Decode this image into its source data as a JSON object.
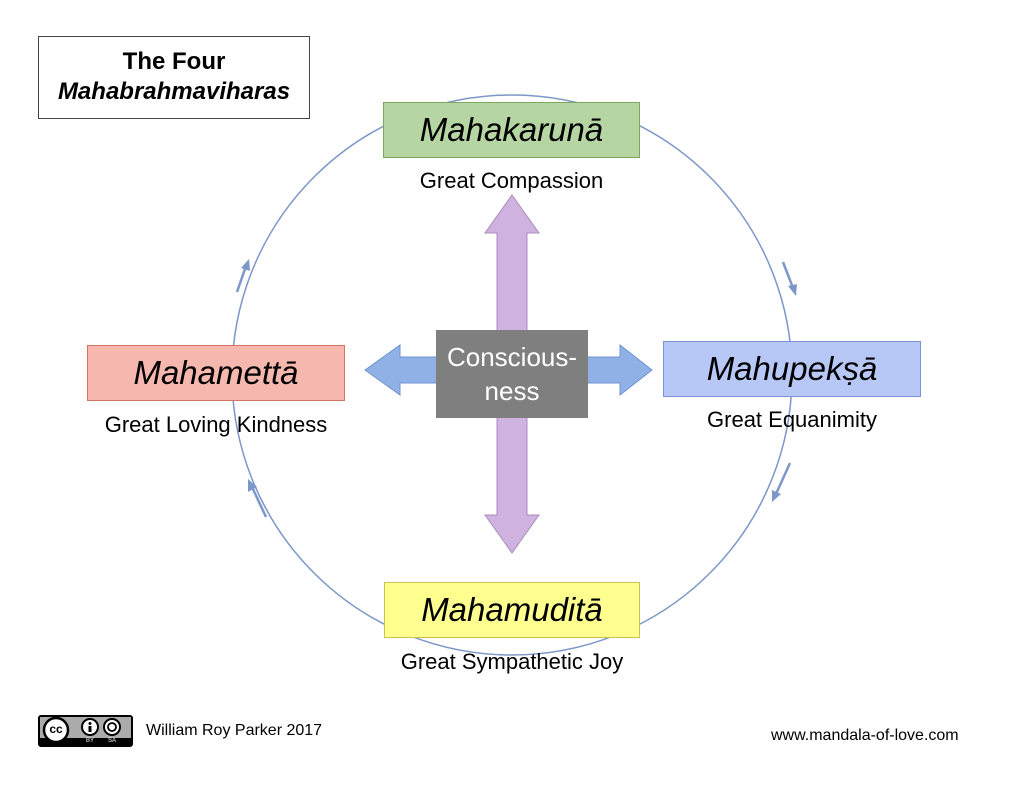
{
  "title": {
    "line1": "The Four",
    "line2": "Mahabrahmaviharas"
  },
  "center": {
    "line1": "Conscious-",
    "line2": "ness"
  },
  "nodes": {
    "top": {
      "name": "Mahakarunā",
      "subtitle": "Great Compassion",
      "fill": "#b5d6a3",
      "border": "#7aa85f"
    },
    "left": {
      "name": "Mahamettā",
      "subtitle": "Great Loving Kindness",
      "fill": "#f5b7ae",
      "border": "#cf7466"
    },
    "right": {
      "name": "Mahupekṣā",
      "subtitle": "Great Equanimity",
      "fill": "#b7c8f7",
      "border": "#7b92d6"
    },
    "bottom": {
      "name": "Mahamuditā",
      "subtitle": "Great Sympathetic Joy",
      "fill": "#ffff8f",
      "border": "#c9c34c"
    }
  },
  "colors": {
    "circle": "#7c97c8",
    "vertical_arrow": "#cfb2e0",
    "horizontal_arrow": "#8fb1e6",
    "center_box": "#7f7f7f",
    "small_arrows": "#7c97c8"
  },
  "license": {
    "cc": "cc",
    "by": "BY",
    "sa": "SA"
  },
  "footer": {
    "author": "William Roy Parker 2017",
    "website": "www.mandala-of-love.com"
  }
}
